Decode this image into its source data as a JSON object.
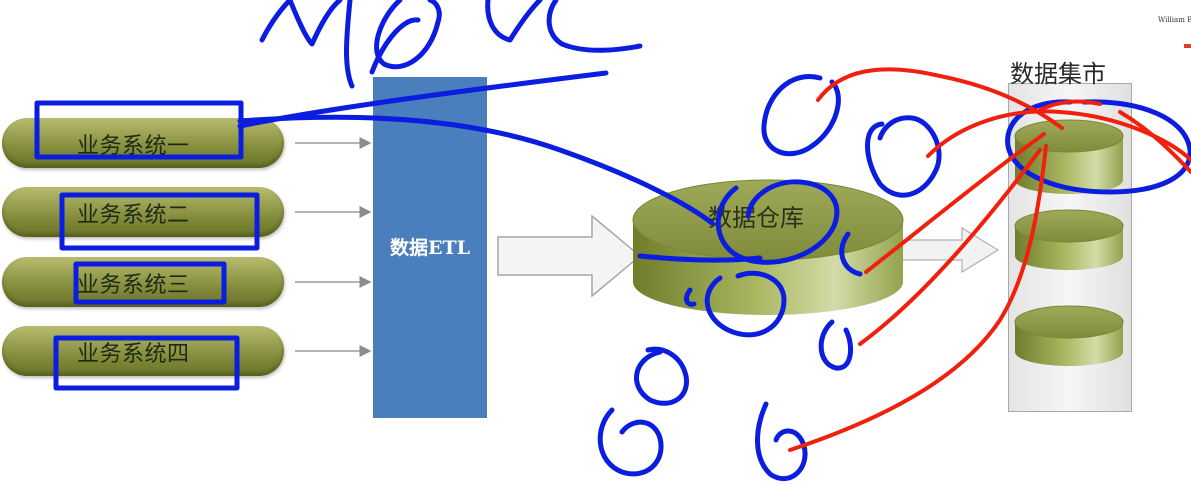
{
  "diagram": {
    "sources": [
      "业务系统一",
      "业务系统二",
      "业务系统三",
      "业务系统四"
    ],
    "etl_label": "数据ETL",
    "warehouse_label": "数据仓库",
    "mart_title": "数据集市",
    "watermark": "William B"
  },
  "colors": {
    "source_fill": "#8f9645",
    "etl_fill": "#4a7ebd",
    "cylinder_fill": "#8b9a44",
    "annotation_blue": "#0b1ee0",
    "annotation_red": "#f0200c"
  }
}
